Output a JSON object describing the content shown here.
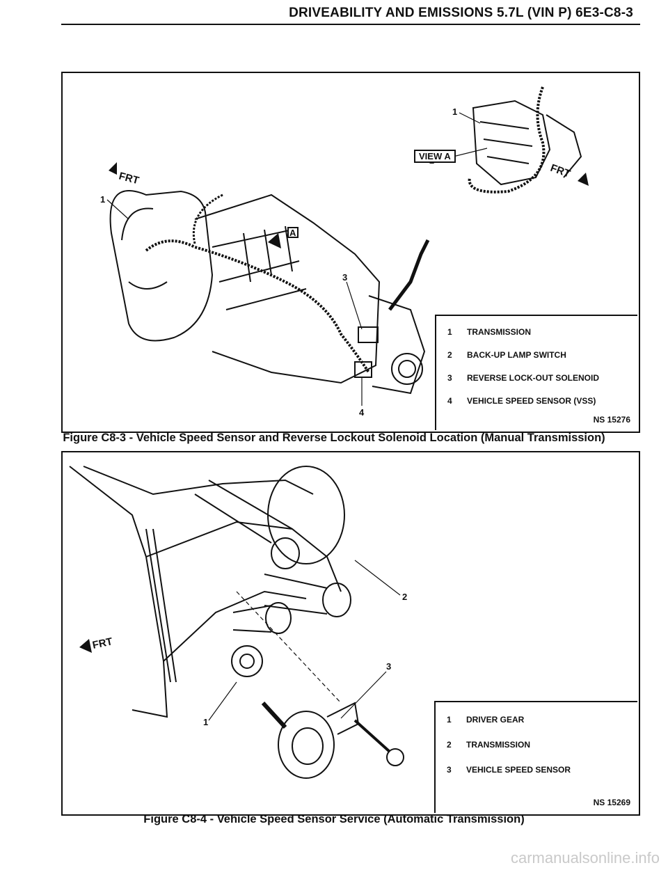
{
  "header": {
    "title": "DRIVEABILITY AND EMISSIONS 5.7L (VIN P) 6E3-C8-3"
  },
  "figure1": {
    "caption": "Figure C8-3 - Vehicle Speed Sensor and Reverse Lockout Solenoid Location (Manual Transmission)",
    "code": "NS 15276",
    "view_label": "VIEW A",
    "view_marker": "A",
    "frt_label": "FRT",
    "view_frt_label": "FRT",
    "callouts": [
      "1",
      "2",
      "1",
      "3",
      "4"
    ],
    "legend": [
      {
        "num": "1",
        "label": "TRANSMISSION"
      },
      {
        "num": "2",
        "label": "BACK-UP LAMP SWITCH"
      },
      {
        "num": "3",
        "label": "REVERSE LOCK-OUT SOLENOID"
      },
      {
        "num": "4",
        "label": "VEHICLE SPEED SENSOR (VSS)"
      }
    ]
  },
  "figure2": {
    "caption": "Figure C8-4 - Vehicle Speed Sensor Service (Automatic Transmission)",
    "code": "NS 15269",
    "frt_label": "FRT",
    "callouts": [
      "2",
      "3",
      "1"
    ],
    "legend": [
      {
        "num": "1",
        "label": "DRIVER GEAR"
      },
      {
        "num": "2",
        "label": "TRANSMISSION"
      },
      {
        "num": "3",
        "label": "VEHICLE SPEED SENSOR"
      }
    ]
  },
  "watermark": "carmanualsonline.info"
}
